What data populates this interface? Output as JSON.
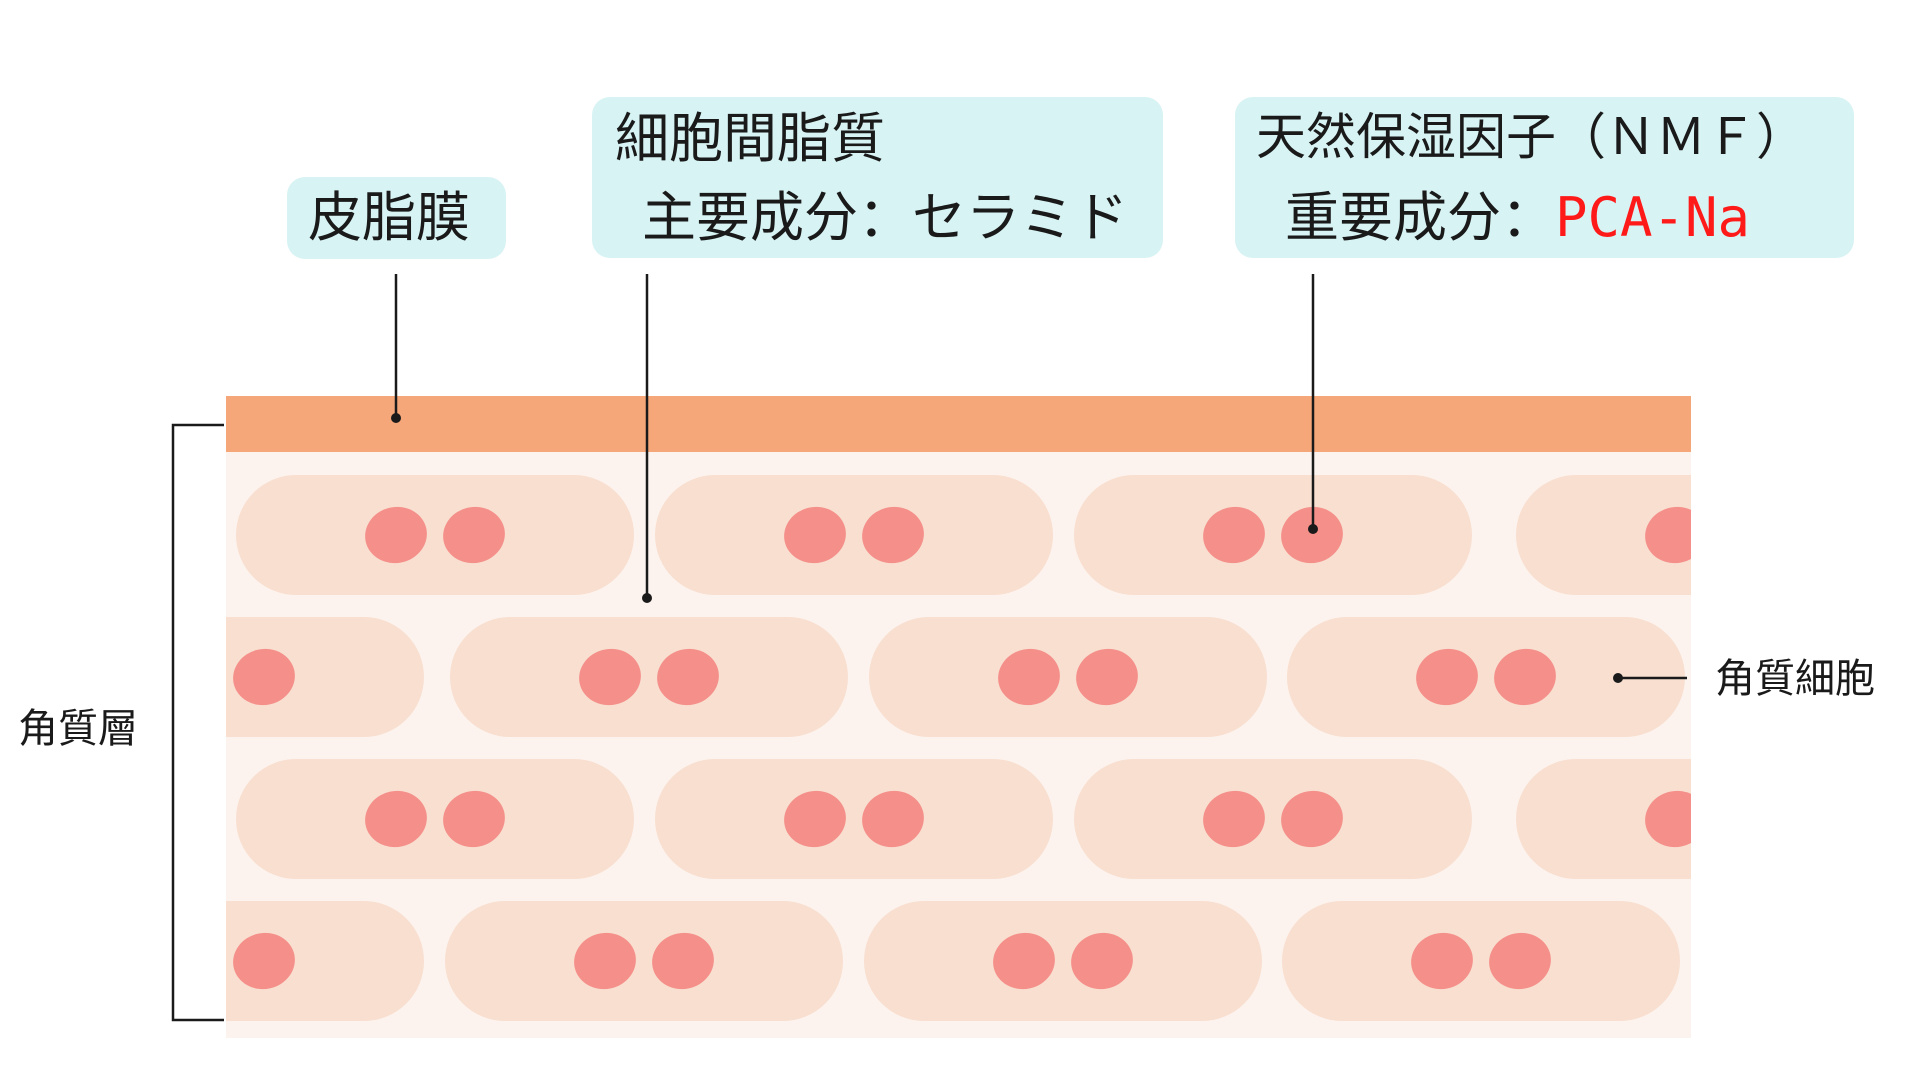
{
  "labels": {
    "sebum": "皮脂膜",
    "lipid_title": "細胞間脂質",
    "lipid_sub": "主要成分：セラミド",
    "nmf_title": "天然保湿因子（ＮＭＦ）",
    "nmf_sub_prefix": "重要成分：",
    "nmf_sub_highlight": "PCA-Na",
    "stratum": "角質層",
    "corneocyte": "角質細胞"
  },
  "colors": {
    "label_bg": "#d7f3f4",
    "sebum_film": "#f5a77a",
    "stratum_bg": "#fdf3ee",
    "cell": "#f8dfd0",
    "nucleus": "#f58f8a",
    "highlight": "#ff1a1a",
    "line": "#1a1a1a"
  }
}
